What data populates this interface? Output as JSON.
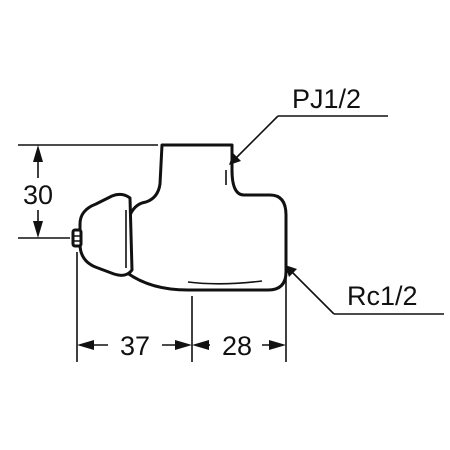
{
  "diagram": {
    "labels": {
      "top_connection": "PJ1/2",
      "side_connection": "Rc1/2"
    },
    "dimensions": {
      "height": "30",
      "width_left": "37",
      "width_right": "28"
    },
    "colors": {
      "line": "#111111",
      "background": "#ffffff"
    }
  }
}
